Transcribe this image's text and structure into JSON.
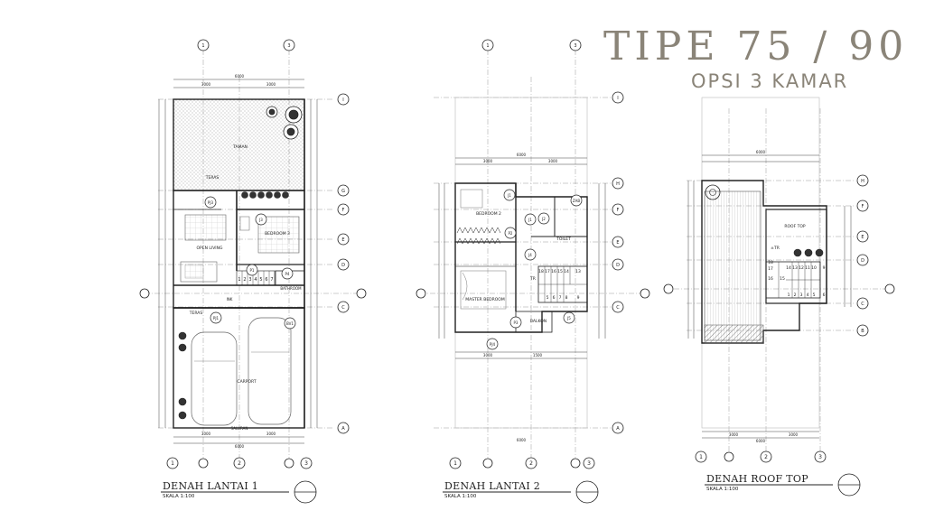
{
  "header": {
    "title": "TIPE 75 / 90",
    "subtitle": "OPSI 3 KAMAR"
  },
  "colors": {
    "title": "#8a8478",
    "line": "#222222",
    "hatch": "#9a9a9a"
  },
  "plans": [
    {
      "title": "DENAH LANTAI 1",
      "scale": "SKALA   1:100",
      "rooms": {
        "taman": "TAMAN",
        "teras_top": "TERAS",
        "bedroom3": "BEDROOM 3",
        "open_living": "OPEN LIVING",
        "bathroom": "BATHROOM",
        "teras_bottom": "TERAS",
        "carport": "CARPORT",
        "saluran": "SALURAN",
        "ink": "INK"
      },
      "tags": [
        "PJ3",
        "J3",
        "P1",
        "P4",
        "PJ1",
        "BV1"
      ],
      "stairs": [
        "1",
        "2",
        "3",
        "4",
        "5",
        "6",
        "7"
      ],
      "dims_top": [
        "6000",
        "3000",
        "3000"
      ],
      "dims_bottom": [
        "3000",
        "3000",
        "6000"
      ],
      "grid_cols": [
        "1",
        "2",
        "3"
      ],
      "grid_rows": [
        "I",
        "G",
        "F",
        "E",
        "D",
        "C",
        "A"
      ]
    },
    {
      "title": "DENAH LANTAI 2",
      "scale": "SKALA   1:100",
      "rooms": {
        "bedroom2": "BEDROOM 2",
        "toilet": "TOILET",
        "master_bedroom": "MASTER BEDROOM",
        "balkon": "BALKON",
        "tr": "TR"
      },
      "tags": [
        "J1",
        "J1",
        "J2",
        "J4",
        "P2",
        "P3",
        "PJ4",
        "J5",
        "ZAB"
      ],
      "stairs_top": [
        "18",
        "17",
        "16",
        "15",
        "14",
        "13"
      ],
      "stairs_bottom": [
        "5",
        "6",
        "7",
        "8",
        "9"
      ],
      "dims_top": [
        "6000",
        "3000",
        "3000"
      ],
      "dims_bottom": [
        "3000",
        "1500",
        "6000"
      ],
      "grid_cols": [
        "1",
        "2",
        "3"
      ],
      "grid_rows": [
        "I",
        "H",
        "F",
        "E",
        "D",
        "C",
        "A"
      ]
    },
    {
      "title": "DENAH ROOF TOP",
      "scale": "SKALA   1:100",
      "rooms": {
        "roof_top": "ROOF TOP",
        "tr": "±TR"
      },
      "stairs_top": [
        "14",
        "13",
        "12",
        "11",
        "10",
        "9"
      ],
      "stairs_left": [
        "18",
        "17",
        "16",
        "15"
      ],
      "stairs_bottom": [
        "1",
        "2",
        "3",
        "4",
        "5",
        "6"
      ],
      "dims_top": [
        "6000"
      ],
      "dims_bottom": [
        "3000",
        "3000",
        "6000"
      ],
      "grid_cols": [
        "1",
        "2",
        "3"
      ],
      "grid_rows": [
        "H",
        "F",
        "E",
        "D",
        "C",
        "B"
      ]
    }
  ]
}
